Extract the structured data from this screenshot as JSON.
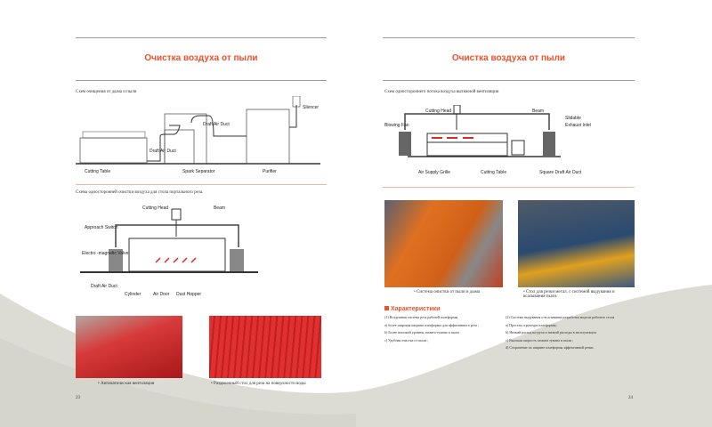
{
  "left_page": {
    "title": "Очистка воздуха от пыли",
    "diagram1": {
      "caption": "Схем очищения  от  дыма и пыли",
      "labels": [
        "Cutting Table",
        "Draft Air Duct",
        "Spark Separator",
        "Draft Air Duct",
        "Purifier",
        "Silencer"
      ]
    },
    "diagram2": {
      "caption": "Схема односторонней очистки воздуха  для стола портального реза.",
      "labels": [
        "Cutting Head",
        "Beam",
        "Approach Switch",
        "Electro -magnetic Valve",
        "Draft Air Duct",
        "Cylinder",
        "Air Door",
        "Dust Hopper"
      ]
    },
    "photos": [
      {
        "caption": "• Автоматическая  вентиляция"
      },
      {
        "caption": "• Раздвоенный стол для реза на поверхности воды"
      }
    ],
    "page_number": "23"
  },
  "right_page": {
    "title": "Очистка воздуха от пыли",
    "diagram": {
      "caption": "Схем  одностороннего потока воздуха вытяжной вентиляции",
      "labels": [
        "Cutting Head",
        "Beam",
        "Slidable",
        "Exhaust Inlet",
        "Blowing Fan",
        "Air Supply Grille",
        "Cutting Table",
        "Square Draft Air Duct"
      ]
    },
    "photos": [
      {
        "caption": "• Система  очистки от пыли и дыма"
      },
      {
        "caption": "• Стол для резки метал. с системой выдувания и всасывания пыли."
      }
    ],
    "features": {
      "heading": "Характеристики",
      "col1": [
        "(1) Воздушная система реза рабочей платформы",
        "a) более широкая ширина платформы для эффективного реза ;",
        "b) Более высокий уровень захвата тумана и пыли",
        "c) Удобная очистка от пыли  ;"
      ],
      "col2": [
        "(2) Система выдувания и всасывания  разработка модели рабочего стола",
        "a)  Простая структура платформы;",
        "b)  Низкий расход воздуха и низкий  расходы в эксплуатации",
        "c) Высокая скорость захвата тумана и пыли ;",
        "d)  Сохранение по ширине платформы эффективной резки."
      ]
    },
    "page_number": "24"
  },
  "colors": {
    "accent": "#f0502a",
    "background_swoosh": "#dddcd4"
  }
}
